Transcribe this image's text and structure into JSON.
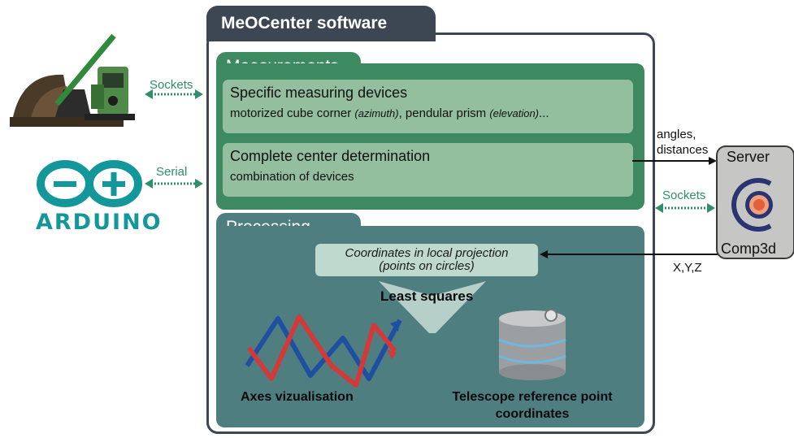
{
  "software": {
    "title": "MeOCenter software"
  },
  "measurements": {
    "title": "Measurements",
    "specific": {
      "heading": "Specific measuring devices",
      "text_a": "motorized cube corner ",
      "italic_a": "(azimuth)",
      "text_b": ", pendular prism ",
      "italic_b": "(elevation)",
      "text_c": "..."
    },
    "complete": {
      "heading": "Complete center determination",
      "text": "combination of devices"
    }
  },
  "processing": {
    "title": "Processing",
    "coords_line1": "Coordinates in local projection",
    "coords_line2": "(points on circles)",
    "least_squares": "Least squares",
    "axes_label": "Axes vizualisation",
    "telescope_line1": "Telescope reference point",
    "telescope_line2": "coordinates"
  },
  "links": {
    "sockets_left": "Sockets",
    "serial": "Serial",
    "sockets_right": "Sockets",
    "angles_line1": "angles,",
    "angles_line2": "distances",
    "xyz": "X,Y,Z"
  },
  "server": {
    "top": "Server",
    "bottom": "Comp3d"
  },
  "arduino": {
    "word": "ARDUINO"
  },
  "colors": {
    "frame": "#3d4653",
    "measurements": "#3d8a60",
    "measurements_inner": "#94bf9f",
    "processing": "#4f7e81",
    "link_green": "#2f8f6a",
    "arduino": "#13979b",
    "series_red": "#d23a3a",
    "series_blue": "#1f4fa0"
  },
  "icons": [
    "total-station-icon",
    "arduino-logo-icon",
    "comp3d-logo-icon",
    "database-icon",
    "zigzag-chart-icon"
  ]
}
